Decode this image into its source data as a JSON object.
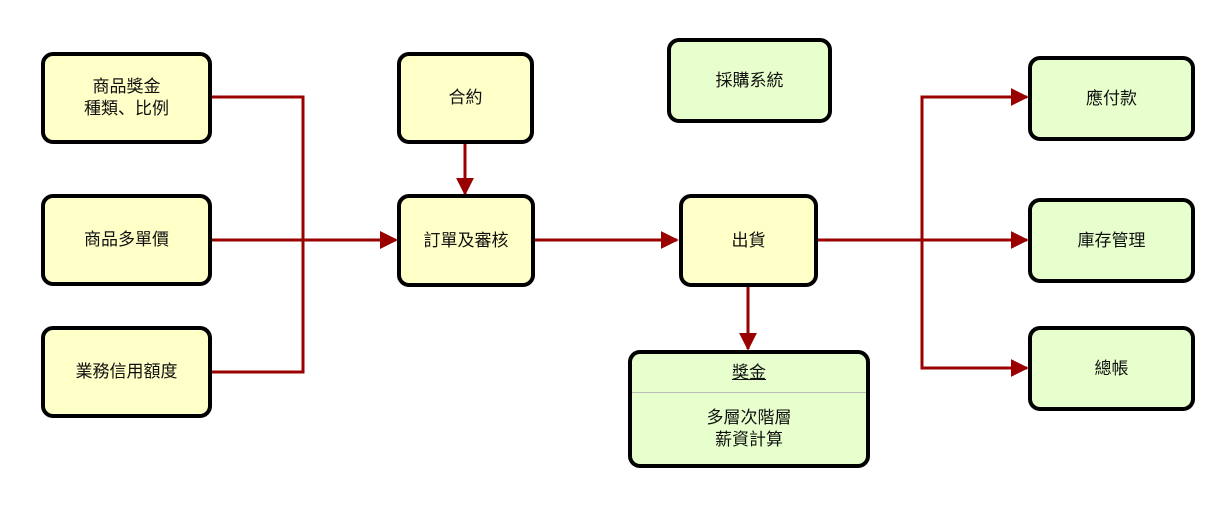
{
  "nodes": {
    "bonus_types": {
      "lines": [
        "商品獎金",
        "種類、比例"
      ]
    },
    "multi_price": {
      "lines": [
        "商品多單價"
      ]
    },
    "credit_limit": {
      "lines": [
        "業務信用額度"
      ]
    },
    "contract": {
      "lines": [
        "合約"
      ]
    },
    "order_review": {
      "lines": [
        "訂單及審核"
      ]
    },
    "purchasing": {
      "lines": [
        "採購系統"
      ]
    },
    "shipping": {
      "lines": [
        "出貨"
      ]
    },
    "bonus": {
      "title": "獎金",
      "lines": [
        "多層次階層",
        "薪資計算"
      ]
    },
    "payable": {
      "lines": [
        "應付款"
      ]
    },
    "inventory": {
      "lines": [
        "庫存管理"
      ]
    },
    "ledger": {
      "lines": [
        "總帳"
      ]
    }
  },
  "edges": [
    {
      "from": "bonus_types",
      "to": "order_review"
    },
    {
      "from": "multi_price",
      "to": "order_review"
    },
    {
      "from": "credit_limit",
      "to": "order_review"
    },
    {
      "from": "contract",
      "to": "order_review"
    },
    {
      "from": "order_review",
      "to": "shipping"
    },
    {
      "from": "shipping",
      "to": "bonus"
    },
    {
      "from": "shipping",
      "to": "payable"
    },
    {
      "from": "shipping",
      "to": "inventory"
    },
    {
      "from": "shipping",
      "to": "ledger"
    }
  ],
  "colors": {
    "input_fill": "#ffffc8",
    "output_fill": "#e6ffcc",
    "border": "#000000",
    "edge": "#990000"
  }
}
